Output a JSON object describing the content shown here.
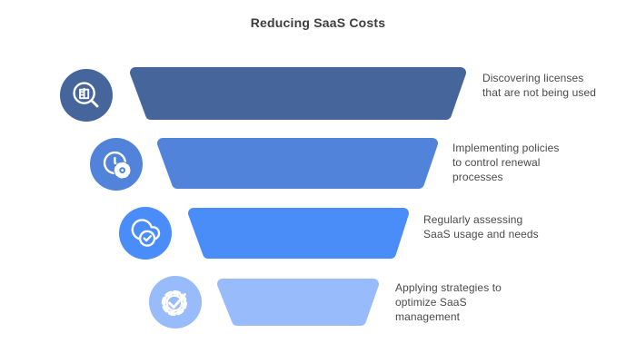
{
  "title": "Reducing SaaS Costs",
  "funnel": {
    "text_color": "#4a4a4a",
    "levels": [
      {
        "label": "Discovering licenses\nthat are not being used",
        "color": "#46659B",
        "icon": "magnifier-audit-icon"
      },
      {
        "label": "Implementing policies\nto control renewal\nprocesses",
        "color": "#5283DB",
        "icon": "clock-gear-icon"
      },
      {
        "label": "Regularly assessing\nSaaS usage and needs",
        "color": "#4B8DF8",
        "icon": "cloud-check-icon"
      },
      {
        "label": "Applying strategies to\noptimize SaaS\nmanagement",
        "color": "#98BCFB",
        "icon": "gear-check-icon"
      }
    ]
  }
}
